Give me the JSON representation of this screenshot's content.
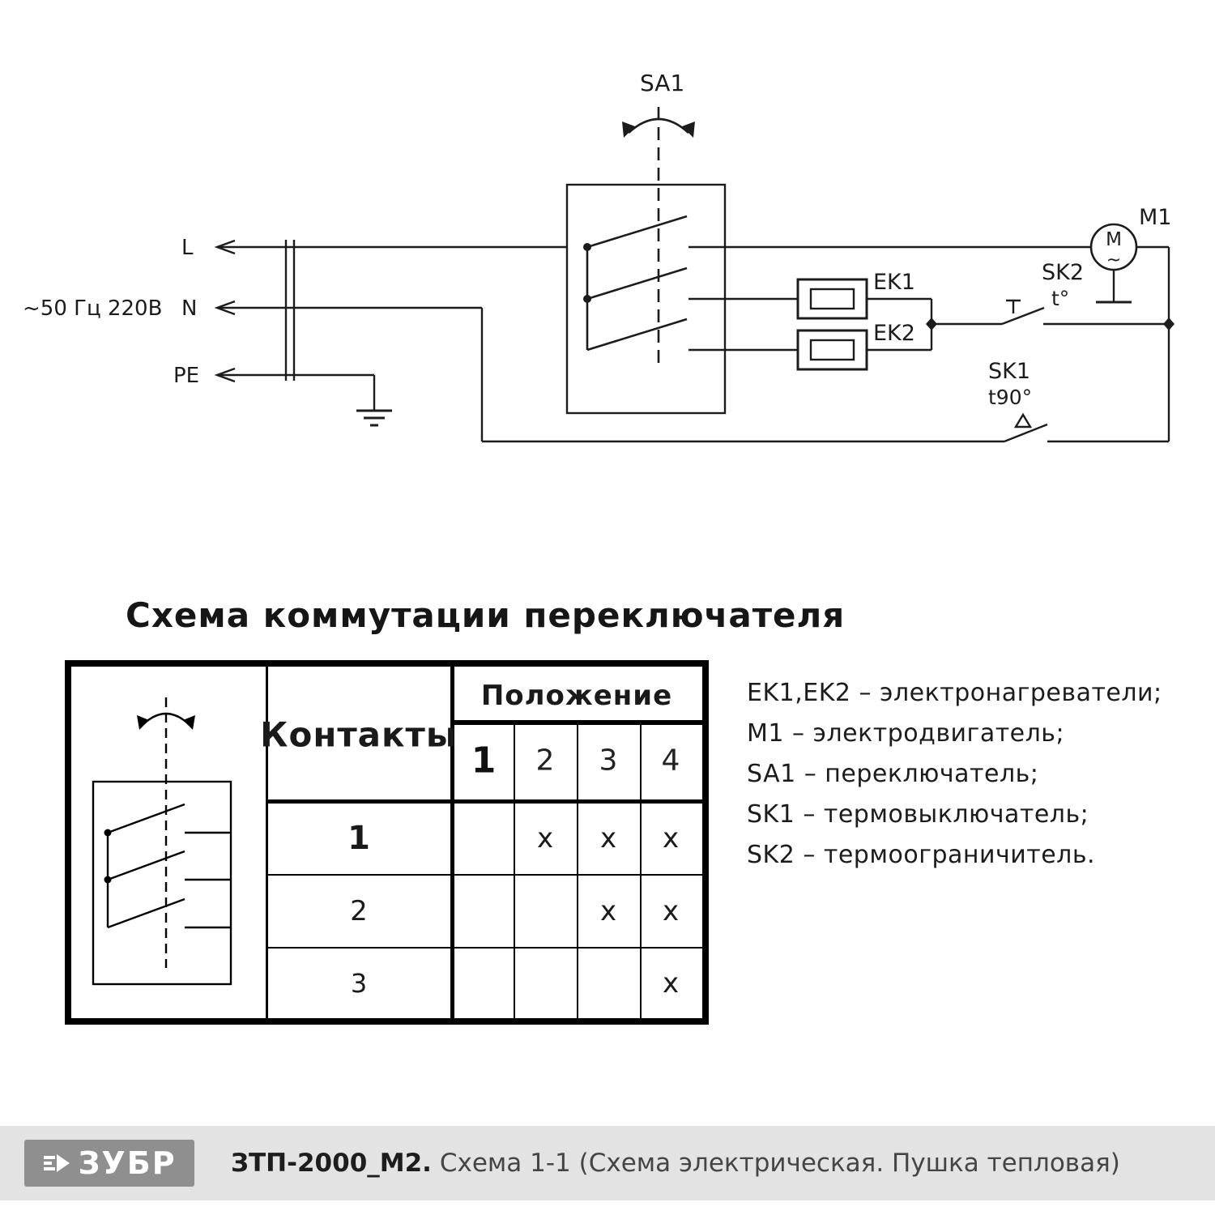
{
  "circuit": {
    "power_label": "~50 Гц 220В",
    "wire_labels": {
      "l": "L",
      "n": "N",
      "pe": "PE"
    },
    "components": {
      "sa1": "SA1",
      "ek1": "EK1",
      "ek2": "EK2",
      "m1": "M1",
      "motor_letter": "M",
      "motor_wave": "~",
      "sk2": "SK2",
      "sk2_temp": "t°",
      "sk1": "SK1",
      "sk1_temp": "t90°"
    }
  },
  "commutation": {
    "title": "Схема коммутации переключателя",
    "contacts_header": "Контакты",
    "position_header": "Положение",
    "positions": [
      "1",
      "2",
      "3",
      "4"
    ],
    "rows": [
      {
        "contact": "1",
        "marks": [
          "",
          "x",
          "x",
          "x"
        ]
      },
      {
        "contact": "2",
        "marks": [
          "",
          "",
          "x",
          "x"
        ]
      },
      {
        "contact": "3",
        "marks": [
          "",
          "",
          "",
          "x"
        ]
      }
    ]
  },
  "legend": {
    "items": [
      "EK1,EK2 – электронагреватели;",
      "M1 – электродвигатель;",
      "SA1 – переключатель;",
      "SK1 – термовыключатель;",
      "SK2 – термоограничитель."
    ]
  },
  "footer": {
    "brand": "ЗУБР",
    "model": "ЗТП-2000_М2.",
    "subtitle": "Схема 1-1 (Схема электрическая. Пушка тепловая)"
  }
}
